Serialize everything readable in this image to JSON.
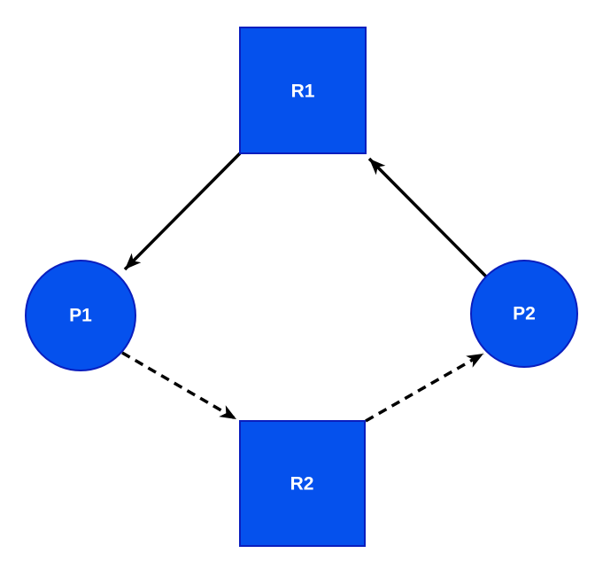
{
  "diagram": {
    "kind": "resource-allocation-graph",
    "background_color": "#ffffff",
    "colors": {
      "node_fill": "#0551ED",
      "node_stroke": "#0A1EBE",
      "edge_stroke": "#000000",
      "label_color": "#ffffff"
    },
    "nodes": [
      {
        "id": "R1",
        "label": "R1",
        "shape": "square"
      },
      {
        "id": "P1",
        "label": "P1",
        "shape": "circle"
      },
      {
        "id": "P2",
        "label": "P2",
        "shape": "circle"
      },
      {
        "id": "R2",
        "label": "R2",
        "shape": "square"
      }
    ],
    "edges": [
      {
        "from": "R1",
        "to": "P1",
        "style": "solid",
        "arrow": "end"
      },
      {
        "from": "P2",
        "to": "R1",
        "style": "solid",
        "arrow": "end"
      },
      {
        "from": "P1",
        "to": "R2",
        "style": "dashed",
        "arrow": "end"
      },
      {
        "from": "R2",
        "to": "P2",
        "style": "dashed",
        "arrow": "end"
      }
    ]
  }
}
